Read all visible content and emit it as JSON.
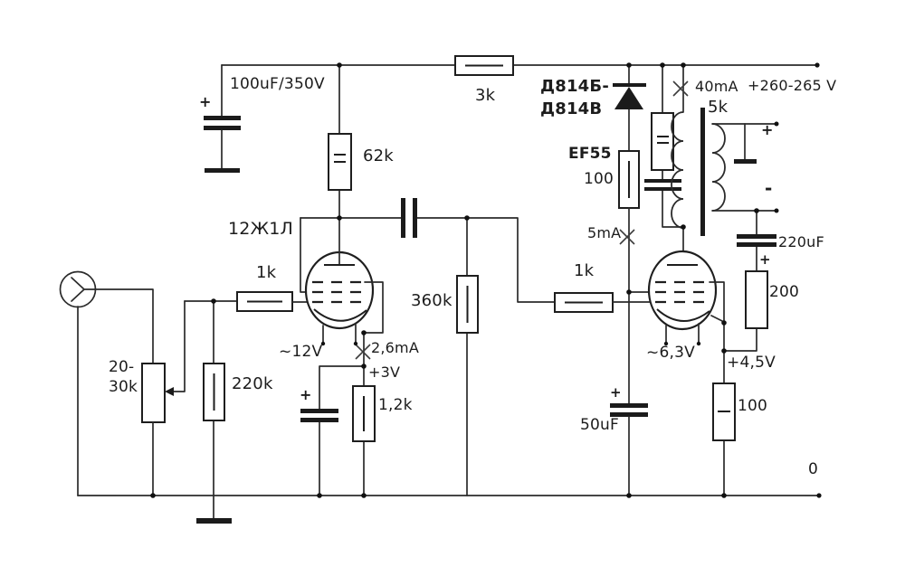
{
  "meta": {
    "kind": "circuit-schematic",
    "subject": "Two-stage vacuum tube headphone amplifier (12Ж1Л driver, EF55 output)",
    "ink_color": "#2b2b2b",
    "background_color": "#ffffff"
  },
  "labels": {
    "psu_cap_value": "100uF/350V",
    "psu_cap_plus": "+",
    "r62k_value": "62k",
    "r3k_value": "3k",
    "tube1_name": "12Ж1Л",
    "r1kA_value": "1k",
    "pot_line1": "20-",
    "pot_line2": "30k",
    "r220k_value": "220k",
    "heater1_value": "~12V",
    "i_cath1_value": "2,6mA",
    "bias1_value": "+3V",
    "r1k2_value": "1,2k",
    "bypass_plus": "+",
    "r360k_value": "360k",
    "zener_line1": "Д814Б-",
    "zener_line2": "Д814В",
    "i_total_value": "40mA",
    "v_supply": "+260-265 V",
    "tube2_name": "EF55",
    "r100screen_value": "100",
    "i_screen_value": "5mA",
    "r1kB_value": "1k",
    "xfmr_value": "5k",
    "out_plus": "+",
    "out_minus": "-",
    "c220_value": "220uF",
    "c220_plus": "+",
    "r200_value": "200",
    "heater2_value": "~6,3V",
    "bias2_value": "+4,5V",
    "r100cath_value": "100",
    "c50_value": "50uF",
    "c50_plus": "+",
    "zero_value": "0"
  },
  "components": [
    {
      "name": "filter-capacitor",
      "value": "100uF/350V"
    },
    {
      "name": "supply-dropper-resistor",
      "value": "3k"
    },
    {
      "name": "anode-resistor-v1",
      "value": "62k"
    },
    {
      "name": "tube-v1",
      "value": "12Ж1Л"
    },
    {
      "name": "grid-stopper-v1",
      "value": "1k"
    },
    {
      "name": "volume-potentiometer",
      "value": "20-30k"
    },
    {
      "name": "grid-leak-v1",
      "value": "220k"
    },
    {
      "name": "cathode-resistor-v1",
      "value": "1,2k"
    },
    {
      "name": "grid-leak-v2",
      "value": "360k"
    },
    {
      "name": "zener-diode",
      "value": "Д814Б-Д814В"
    },
    {
      "name": "tube-v2",
      "value": "EF55"
    },
    {
      "name": "screen-resistor-v2",
      "value": "100"
    },
    {
      "name": "grid-stopper-v2",
      "value": "1k"
    },
    {
      "name": "screen-bypass-capacitor",
      "value": "50uF"
    },
    {
      "name": "output-transformer",
      "value": "5k"
    },
    {
      "name": "output-capacitor",
      "value": "220uF"
    },
    {
      "name": "feedback-resistor",
      "value": "200"
    },
    {
      "name": "cathode-resistor-v2",
      "value": "100"
    },
    {
      "name": "supply-voltage",
      "value": "+260-265 V"
    },
    {
      "name": "supply-current",
      "value": "40mA"
    },
    {
      "name": "screen-current",
      "value": "5mA"
    },
    {
      "name": "cathode-current-v1",
      "value": "2,6mA"
    },
    {
      "name": "heater-v1",
      "value": "~12V"
    },
    {
      "name": "cathode-bias-v1",
      "value": "+3V"
    },
    {
      "name": "heater-v2",
      "value": "~6,3V"
    },
    {
      "name": "cathode-bias-v2",
      "value": "+4,5V"
    },
    {
      "name": "ground-reference",
      "value": "0"
    }
  ]
}
